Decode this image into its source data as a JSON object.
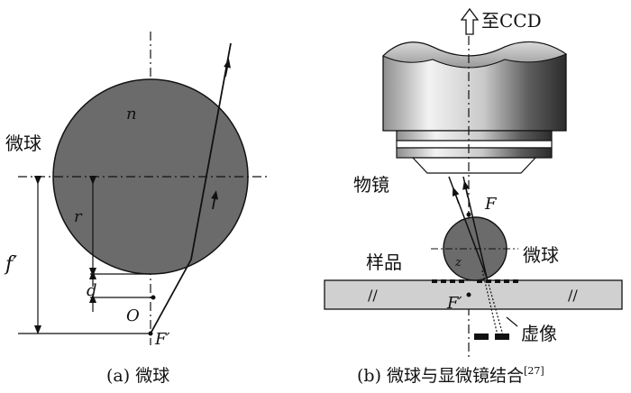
{
  "panel_a": {
    "caption": "(a) 微球",
    "sphere_label": "微球",
    "symbols": {
      "n": "n",
      "r": "r",
      "f_prime": "f′",
      "d": "d",
      "O": "O",
      "F_prime": "F′"
    }
  },
  "panel_b": {
    "caption": "(b) 微球与显微镜结合",
    "citation": "[27]",
    "labels": {
      "to_ccd": "至CCD",
      "objective": "物镜",
      "focus_F": "F",
      "microsphere": "微球",
      "sample": "样品",
      "focus_F_prime": "F′",
      "virtual_image": "虚像"
    }
  },
  "colors": {
    "sphere_fill": "#6b6b6b",
    "sample_fill": "#d0d0d0",
    "line": "#111111"
  }
}
